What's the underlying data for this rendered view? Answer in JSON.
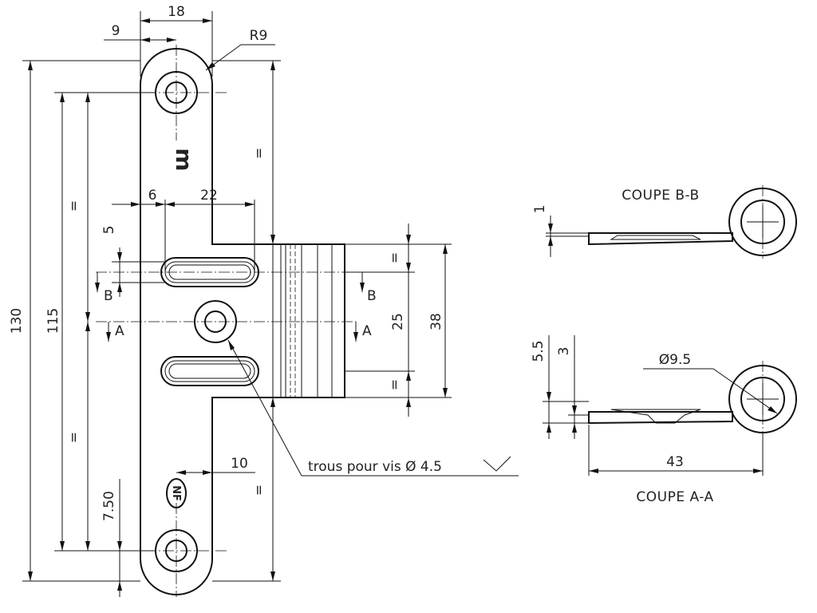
{
  "front_view": {
    "dims": {
      "width_18": "18",
      "half_9": "9",
      "radius": "R9",
      "offset_6": "6",
      "width_22": "22",
      "slot_5": "5",
      "len_10": "10",
      "len_750": "7.50",
      "height_130": "130",
      "height_115": "115",
      "height_25": "25",
      "height_38": "38"
    },
    "equal_mark": "=",
    "section_a": "A",
    "section_b": "B",
    "mark_m": "m",
    "logo_nf": "NF",
    "note": "trous pour vis Ø 4.5"
  },
  "section_bb": {
    "title": "COUPE B-B",
    "dim_thickness": "1"
  },
  "section_aa": {
    "title": "COUPE A-A",
    "dim_55": "5.5",
    "dim_3": "3",
    "dim_dia": "Ø9.5",
    "dim_43": "43"
  }
}
